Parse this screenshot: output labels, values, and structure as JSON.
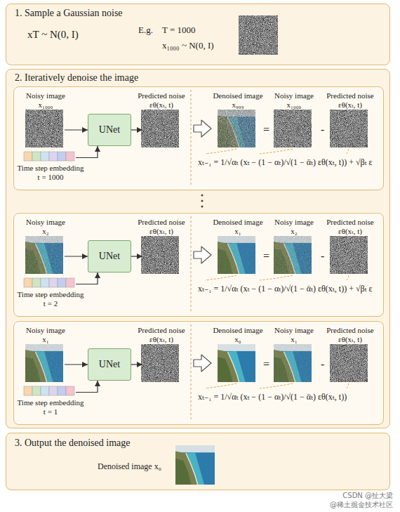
{
  "diagram": {
    "nodes": [
      {
        "text": [
          "1. Sample a Gaussian noise",
          "xT ~ N(0, I)",
          "E.g.",
          "T = 1000",
          "x₁₀₀₀ ~ N(0, I)"
        ]
      },
      {
        "text": [
          "2. Iteratively denoise the image"
        ]
      },
      {
        "text": [
          "=",
          "-",
          "xₜ₋₁ = 1/√αₜ (xₜ − (1 − αₜ)/√(1 − ᾱₜ) εθ(xₜ, t)) + √βₜ ε"
        ],
        "in": 1
      },
      {
        "text": [
          "Noisy image",
          "x₁₀₀₀"
        ],
        "in": 2
      },
      {
        "text": [
          "Time step embedding",
          "t = 1000"
        ],
        "in": 2
      },
      {
        "text": [
          "UNet"
        ],
        "in": 2
      },
      {
        "text": [
          "Predicted noise",
          "εθ(xₜ, t)"
        ],
        "in": 2
      },
      {
        "text": [
          "Denoised image",
          "x₉₉₉"
        ],
        "in": 2
      },
      {
        "text": [
          "Noisy image",
          "x₁₀₀₀"
        ],
        "in": 2
      },
      {
        "text": [
          "Predicted noise",
          "εθ(xₜ, t)"
        ],
        "in": 2
      },
      {
        "text": [
          "=",
          "-",
          "xₜ₋₁ = 1/√αₜ (xₜ − (1 − αₜ)/√(1 − ᾱₜ) εθ(xₜ, t)) + √βₜ ε"
        ],
        "in": 1
      },
      {
        "text": [
          "Noisy image",
          "x₂"
        ],
        "in": 10
      },
      {
        "text": [
          "Time step embedding",
          "t = 2"
        ],
        "in": 10
      },
      {
        "text": [
          "UNet"
        ],
        "in": 10
      },
      {
        "text": [
          "Predicted noise",
          "εθ(xₜ, t)"
        ],
        "in": 10
      },
      {
        "text": [
          "Denoised image",
          "x₁"
        ],
        "in": 10
      },
      {
        "text": [
          "Noisy image",
          "x₂"
        ],
        "in": 10
      },
      {
        "text": [
          "Predicted noise",
          "εθ(xₜ, t)"
        ],
        "in": 10
      },
      {
        "text": [
          "=",
          "-",
          "xₜ₋₁ = 1/√αₜ (xₜ − (1 − αₜ)/√(1 − ᾱₜ) εθ(xₜ, t))"
        ],
        "in": 1
      },
      {
        "text": [
          "Noisy image",
          "x₁"
        ],
        "in": 18
      },
      {
        "text": [
          "Time step embedding",
          "t = 1"
        ],
        "in": 18
      },
      {
        "text": [
          "UNet"
        ],
        "in": 18
      },
      {
        "text": [
          "Predicted noise",
          "εθ(xₜ, t)"
        ],
        "in": 18
      },
      {
        "text": [
          "Denoised image",
          "x₀"
        ],
        "in": 18
      },
      {
        "text": [
          "Noisy image",
          "x₁"
        ],
        "in": 18
      },
      {
        "text": [
          "Predicted noise",
          "εθ(xₜ, t)"
        ],
        "in": 18
      },
      {
        "text": [
          "3. Output the denoised image",
          "Denoised image x₀"
        ]
      }
    ],
    "edges": [
      {
        "from": 3,
        "to": 5,
        "arrow": "to"
      },
      {
        "from": 4,
        "to": 5,
        "arrow": "to"
      },
      {
        "from": 5,
        "to": 6,
        "arrow": "to"
      },
      {
        "from": 11,
        "to": 13,
        "arrow": "to"
      },
      {
        "from": 12,
        "to": 13,
        "arrow": "to"
      },
      {
        "from": 13,
        "to": 14,
        "arrow": "to"
      },
      {
        "from": 19,
        "to": 21,
        "arrow": "to"
      },
      {
        "from": 20,
        "to": 21,
        "arrow": "to"
      },
      {
        "from": 21,
        "to": 22,
        "arrow": "to"
      }
    ],
    "labels": [
      "CSDN @扯大梁",
      "@稀土掘金技术社区"
    ]
  }
}
